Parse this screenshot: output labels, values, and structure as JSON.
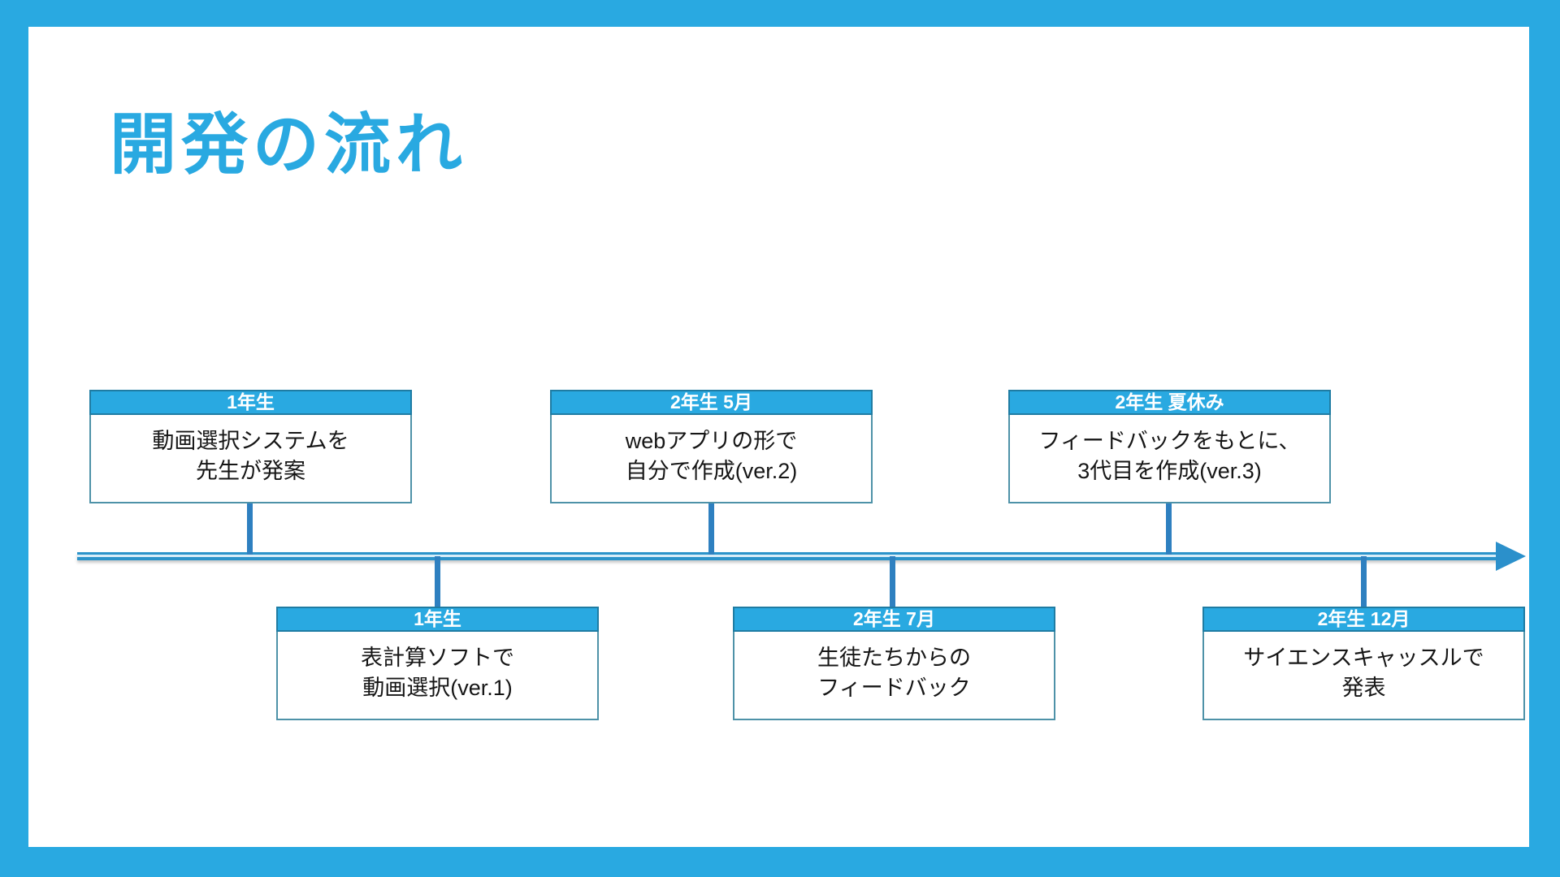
{
  "slide": {
    "title": "開発の流れ",
    "colors": {
      "frame_blue": "#29A9E1",
      "title_blue": "#29A9E1",
      "header_fill": "#29A9E1",
      "header_border": "#1F7CA3",
      "body_border": "#4E92A8",
      "connector_blue": "#2E80C0",
      "timeline_blue": "#2B93CA",
      "timeline_center": "#D8EDF8",
      "arrow_blue": "#2B90CB",
      "header_text": "#FFFFFF",
      "body_text": "#161616"
    }
  },
  "timeline": {
    "direction": "left-to-right",
    "above": [
      {
        "period": "1年生",
        "lines": [
          "動画選択システムを",
          "先生が発案"
        ]
      },
      {
        "period": "2年生 5月",
        "lines": [
          "webアプリの形で",
          "自分で作成(ver.2)"
        ]
      },
      {
        "period": "2年生 夏休み",
        "lines": [
          "フィードバックをもとに、",
          "3代目を作成(ver.3)"
        ]
      }
    ],
    "below": [
      {
        "period": "1年生",
        "lines": [
          "表計算ソフトで",
          "動画選択(ver.1)"
        ]
      },
      {
        "period": "2年生 7月",
        "lines": [
          "生徒たちからの",
          "フィードバック"
        ]
      },
      {
        "period": "2年生 12月",
        "lines": [
          "サイエンスキャッスルで",
          "発表"
        ]
      }
    ]
  }
}
